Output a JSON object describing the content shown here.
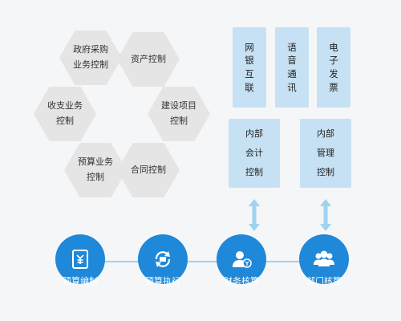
{
  "hexagons": {
    "gov_purchase": {
      "line1": "政府采购",
      "line2": "业务控制"
    },
    "asset": {
      "line1": "资产控制"
    },
    "income": {
      "line1": "收支业务",
      "line2": "控制"
    },
    "construction": {
      "line1": "建设项目",
      "line2": "控制"
    },
    "budget": {
      "line1": "预算业务",
      "line2": "控制"
    },
    "contract": {
      "line1": "合同控制"
    }
  },
  "top_boxes": {
    "bank": [
      "网",
      "银",
      "互",
      "联"
    ],
    "voice": [
      "语",
      "音",
      "通",
      "讯"
    ],
    "invoice": [
      "电",
      "子",
      "发",
      "票"
    ]
  },
  "control_boxes": {
    "accounting": [
      "内部",
      "会计",
      "控制"
    ],
    "management": [
      "内部",
      "管理",
      "控制"
    ]
  },
  "steps": [
    {
      "label": "预算编制",
      "icon": "budget-doc-icon"
    },
    {
      "label": "预算执行",
      "icon": "execute-cycle-icon"
    },
    {
      "label": "财务核算",
      "icon": "finance-person-icon"
    },
    {
      "label": "部门核算",
      "icon": "department-group-icon"
    }
  ],
  "colors": {
    "primary_blue": "#1f88d8",
    "light_blue": "#c7e1f4",
    "hex_gray": "#e5e5e5",
    "arrow_blue": "#9fd3f0"
  }
}
